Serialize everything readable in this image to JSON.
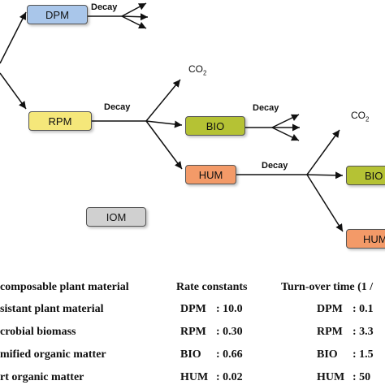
{
  "boxes": {
    "dpm": {
      "label": "DPM",
      "color": "#a9c6ea"
    },
    "rpm": {
      "label": "RPM",
      "color": "#f5e77a"
    },
    "bio1": {
      "label": "BIO",
      "color": "#b5c234"
    },
    "hum1": {
      "label": "HUM",
      "color": "#f39a68"
    },
    "iom": {
      "label": "IOM",
      "color": "#d0d0d0"
    },
    "bio2": {
      "label": "BIO",
      "color": "#b5c234"
    },
    "hum2": {
      "label": "HUM",
      "color": "#f39a68"
    }
  },
  "labels": {
    "decay1": "Decay",
    "decay2": "Decay",
    "decay3": "Decay",
    "decay4": "Decay",
    "co2_1": "CO",
    "co2_2": "CO",
    "co2_sub": "2"
  },
  "legend": {
    "headers": {
      "col1": "composable plant material",
      "col2": "Rate constants",
      "col3": "Turn-over time (1 /"
    },
    "rows": [
      {
        "name": "sistant plant material",
        "rate_pool": "DPM",
        "rate_value": ": 10.0",
        "turn_pool": "DPM",
        "turn_value": ": 0.1"
      },
      {
        "name": "crobial biomass",
        "rate_pool": "RPM",
        "rate_value": ": 0.30",
        "turn_pool": "RPM",
        "turn_value": ": 3.3"
      },
      {
        "name": "mified organic matter",
        "rate_pool": "BIO",
        "rate_value": ": 0.66",
        "turn_pool": "BIO",
        "turn_value": ": 1.5"
      },
      {
        "name": "rt organic matter",
        "rate_pool": "HUM",
        "rate_value": ": 0.02",
        "turn_pool": "HUM",
        "turn_value": ": 50"
      }
    ]
  }
}
